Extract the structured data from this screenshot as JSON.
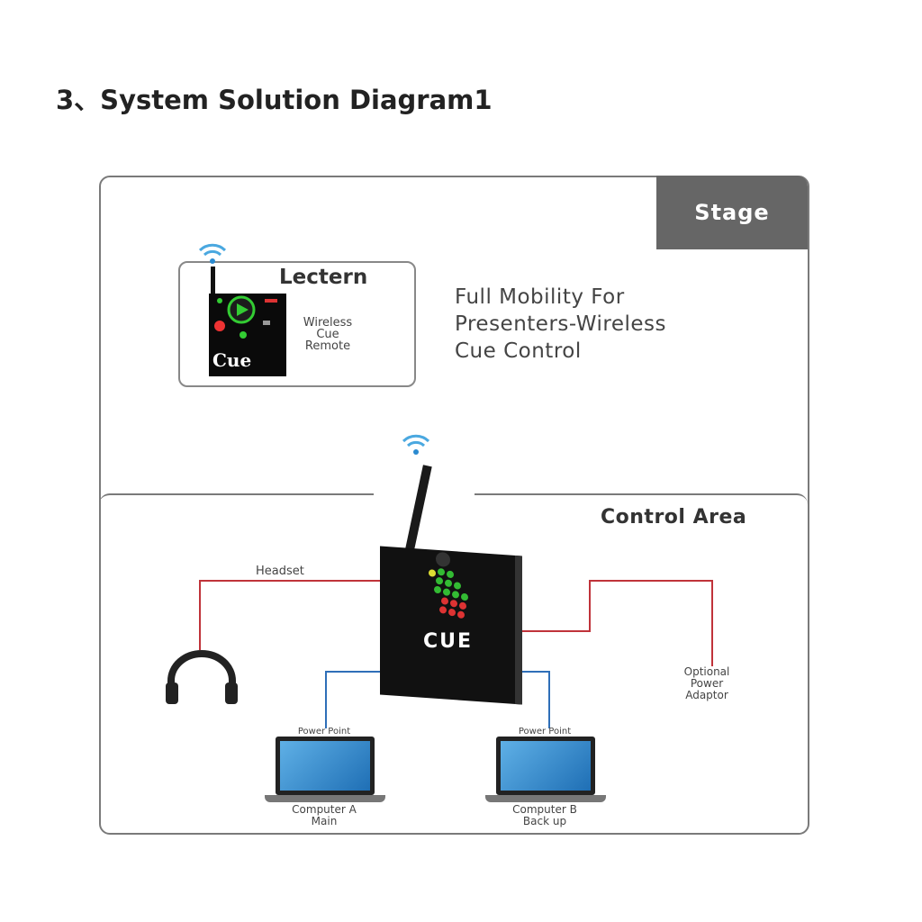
{
  "title": "3、System Solution Diagram1",
  "stage": "Stage",
  "control_area": "Control Area",
  "lectern": {
    "title": "Lectern",
    "remote_label": [
      "Wireless",
      "Cue",
      "Remote"
    ],
    "remote_brand": "Cue"
  },
  "mobility": [
    "Full Mobility For",
    "Presenters-Wireless",
    "Cue Control"
  ],
  "device": {
    "label": "CUE"
  },
  "headset": "Headset",
  "power_adaptor": [
    "Optional",
    "Power",
    "Adaptor"
  ],
  "computer_a": {
    "top": "Power Point",
    "bottom": [
      "Computer A",
      "Main"
    ]
  },
  "computer_b": {
    "top": "Power Point",
    "bottom": [
      "Computer B",
      "Back up"
    ]
  },
  "colors": {
    "audio_wire": "#c0333a",
    "usb_wire": "#2f6fb8",
    "stage_tab": "#666666"
  }
}
